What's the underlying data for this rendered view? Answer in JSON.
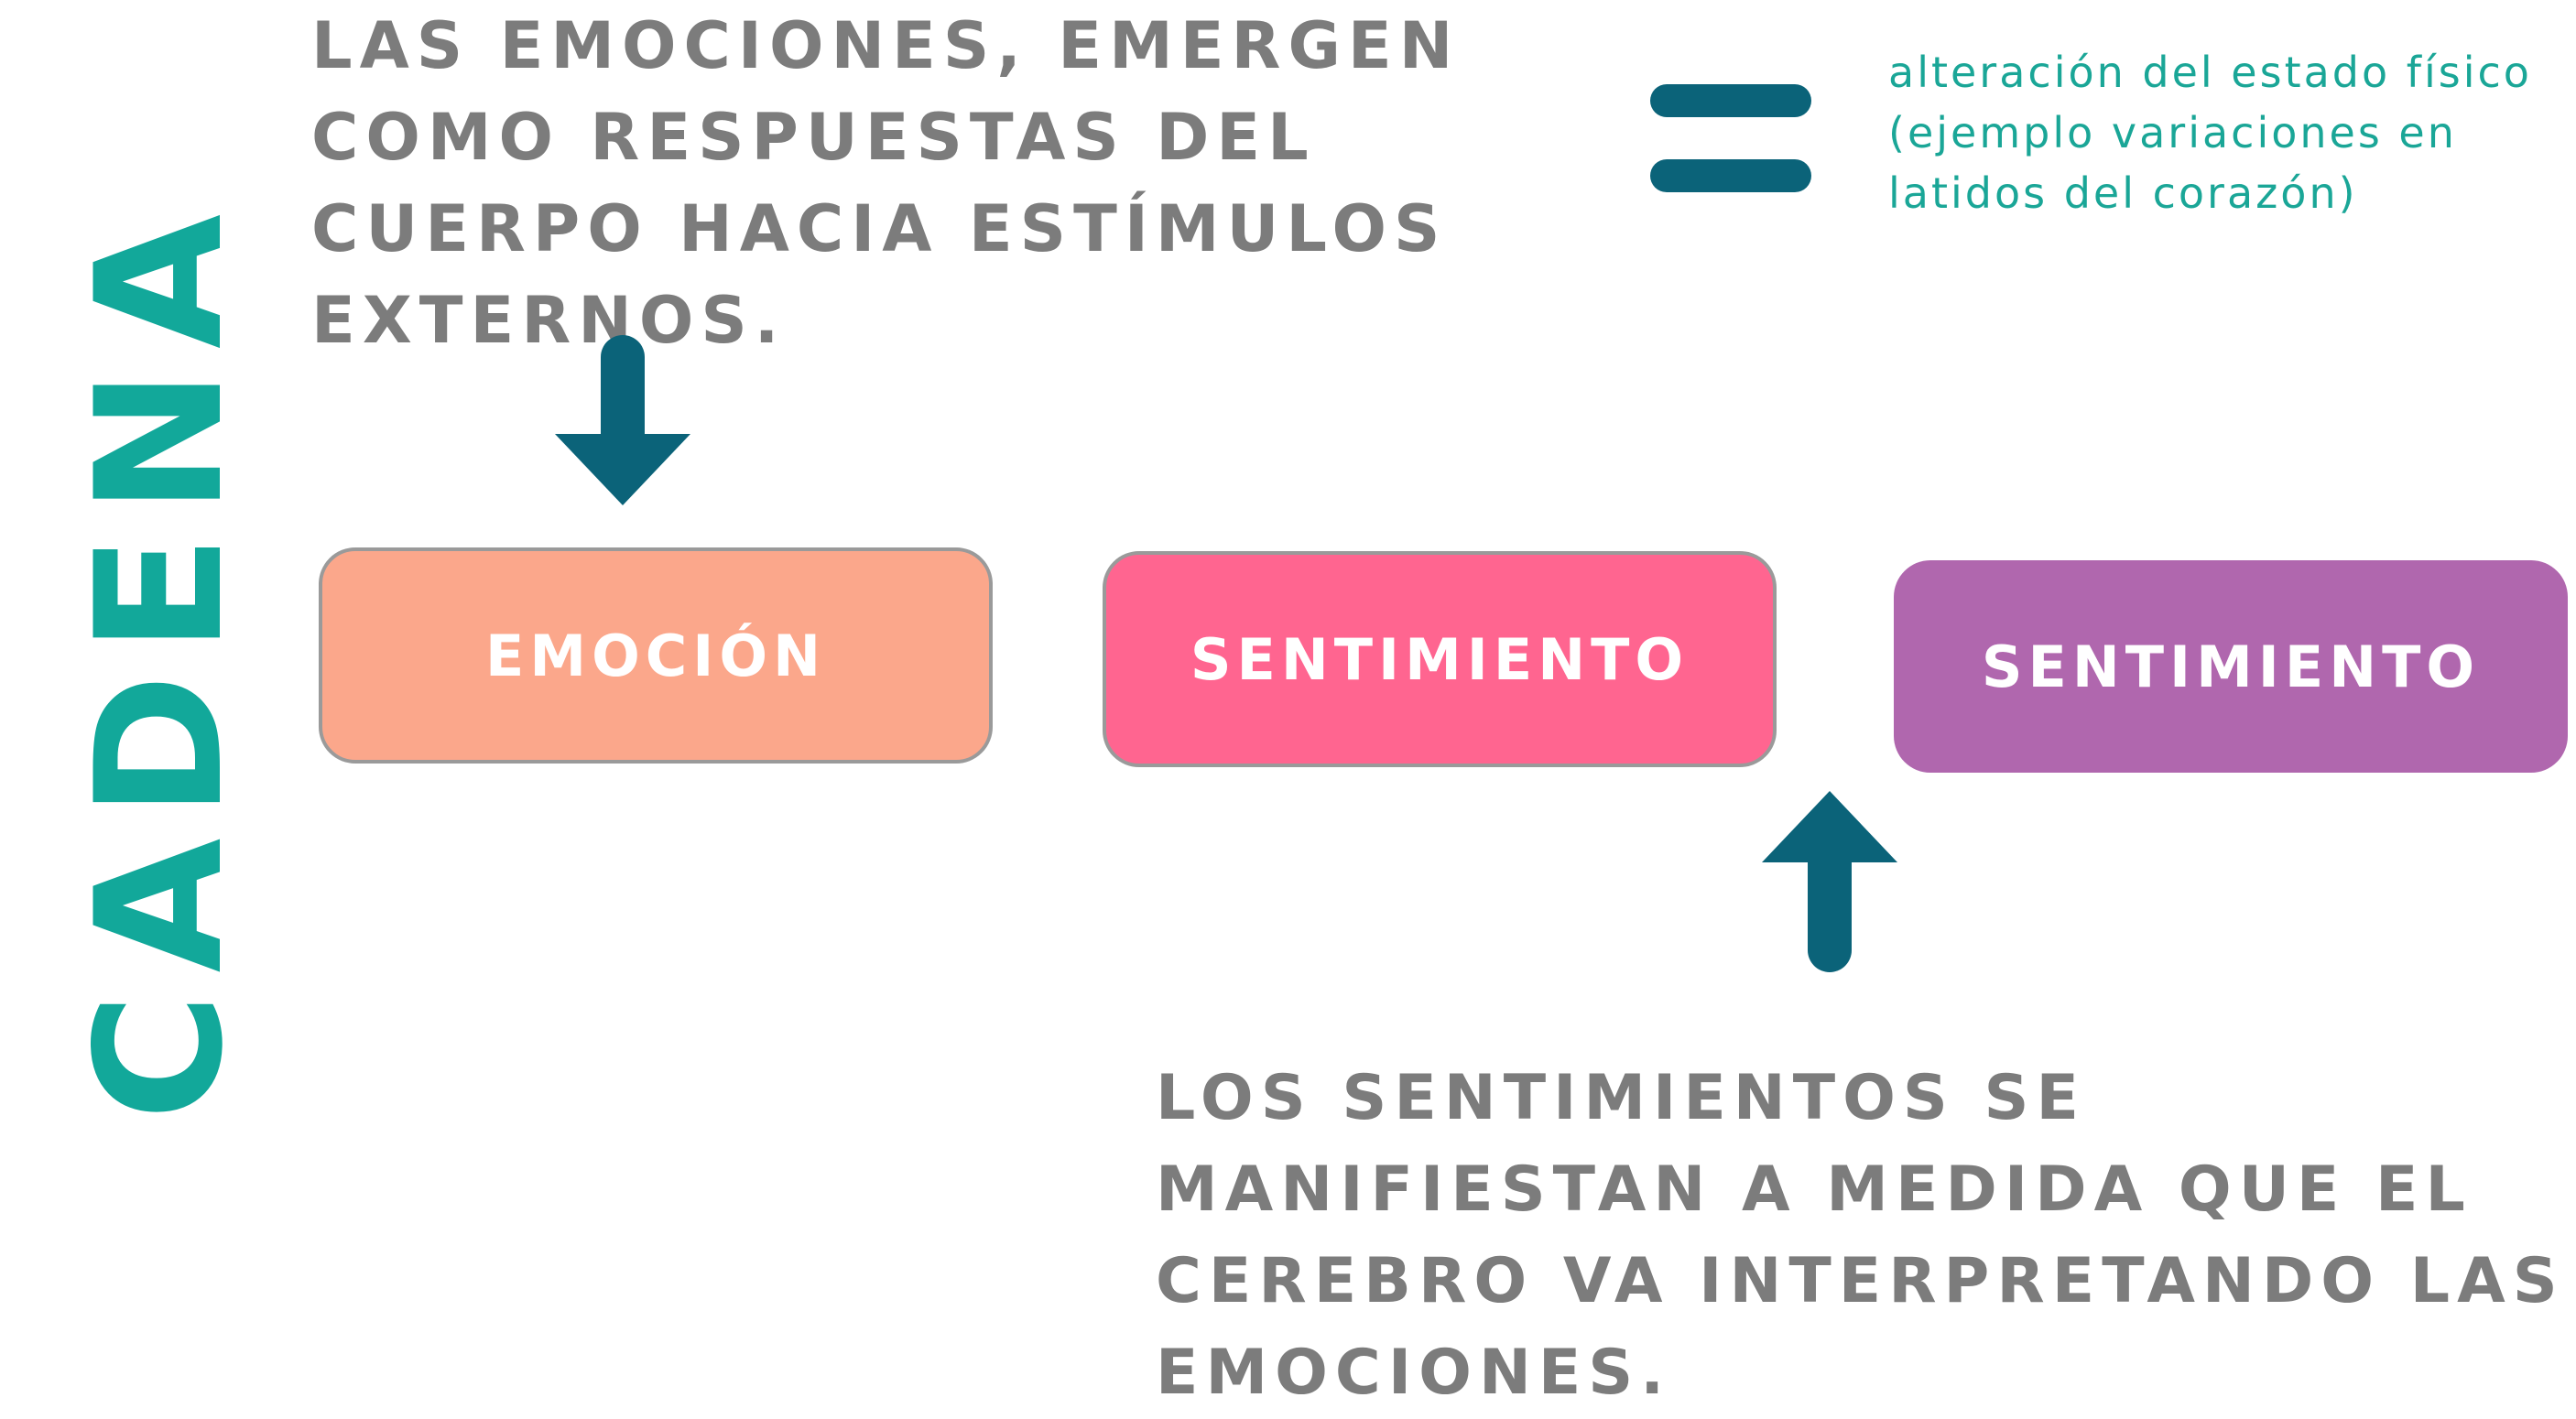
{
  "side_title": "CADENA",
  "top_statement": "LAS EMOCIONES, EMERGEN COMO RESPUESTAS DEL CUERPO HACIA ESTÍMULOS EXTERNOS.",
  "equals_note": "alteración del estado físico (ejemplo variaciones en latidos del corazón)",
  "boxes": [
    {
      "label": "EMOCIÓN",
      "color": "#fba78b"
    },
    {
      "label": "SENTIMIENTO",
      "color": "#ff6590"
    },
    {
      "label": "SENTIMIENTO",
      "color": "#b067ae"
    }
  ],
  "bottom_statement": "LOS SENTIMIENTOS SE MANIFIESTAN A MEDIDA QUE EL CEREBRO VA INTERPRETANDO LAS EMOCIONES.",
  "colors": {
    "heading_text": "#7c7c7c",
    "accent_teal": "#12a89a",
    "arrow_blue": "#0b6379"
  }
}
